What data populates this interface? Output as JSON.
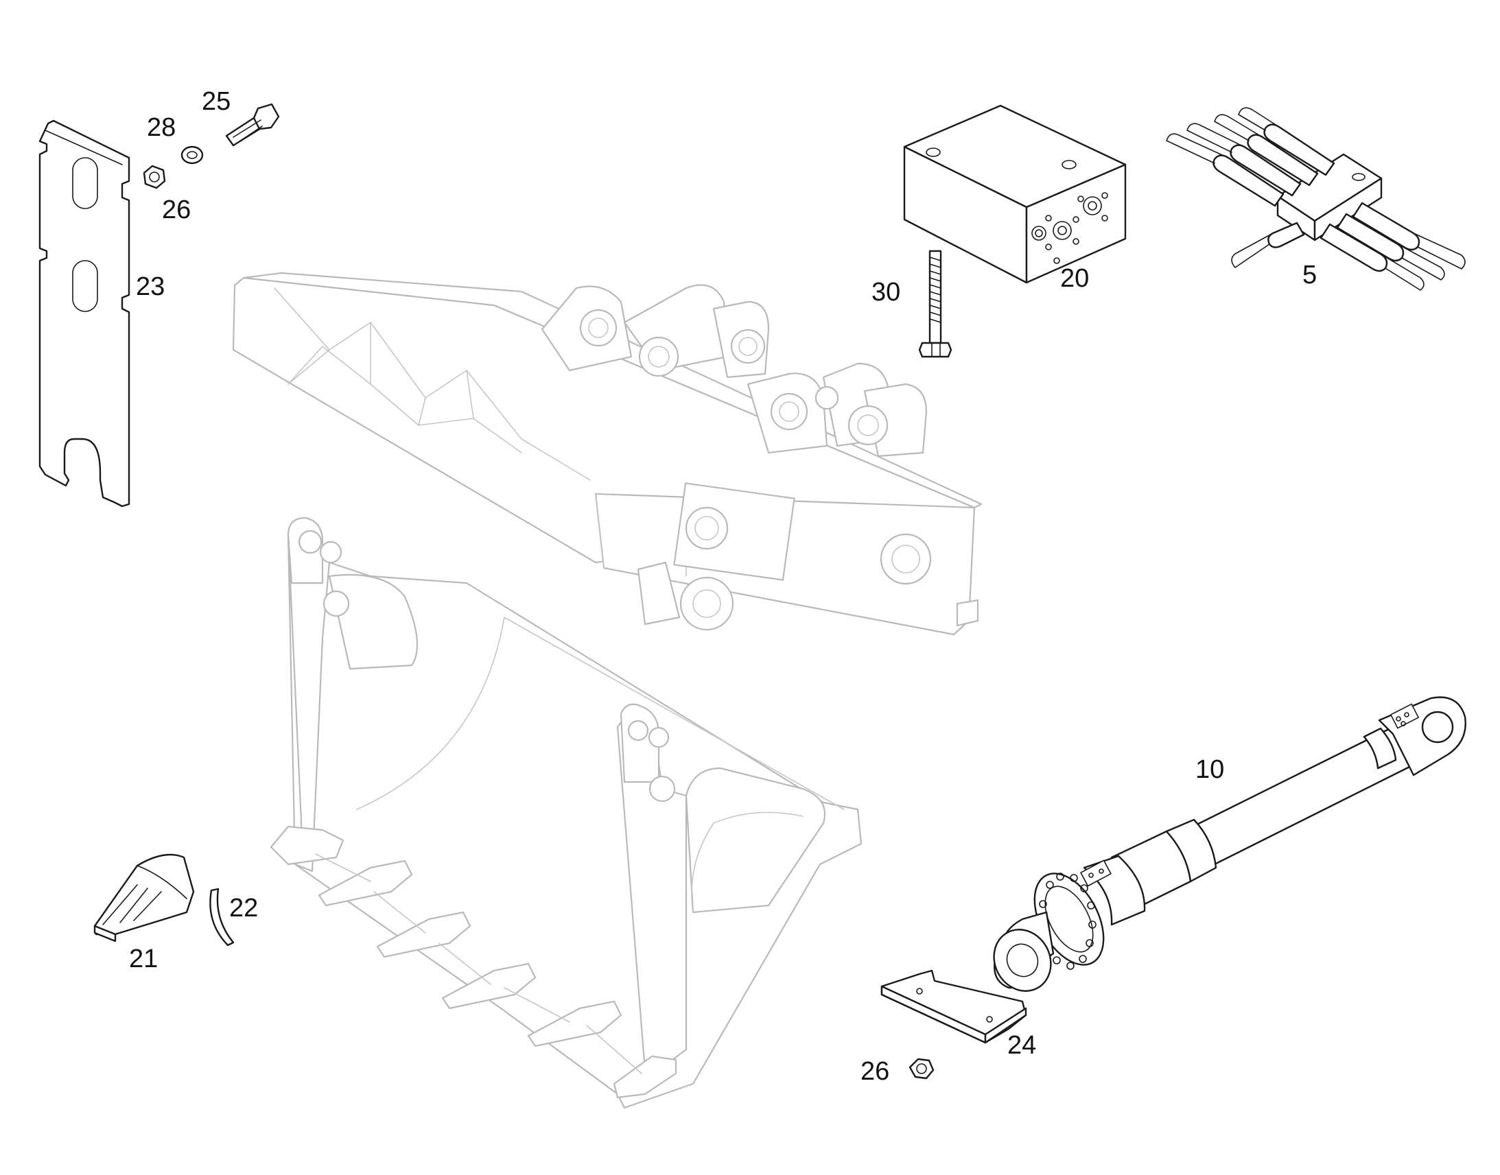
{
  "callouts": {
    "c5": "5",
    "c10": "10",
    "c20": "20",
    "c21": "21",
    "c22": "22",
    "c23": "23",
    "c24": "24",
    "c25": "25",
    "c26_top": "26",
    "c26_bottom": "26",
    "c28": "28",
    "c30": "30"
  },
  "colors": {
    "part_line": "#1a1a1a",
    "ghost_line": "#b9b9b9",
    "background": "#ffffff"
  }
}
